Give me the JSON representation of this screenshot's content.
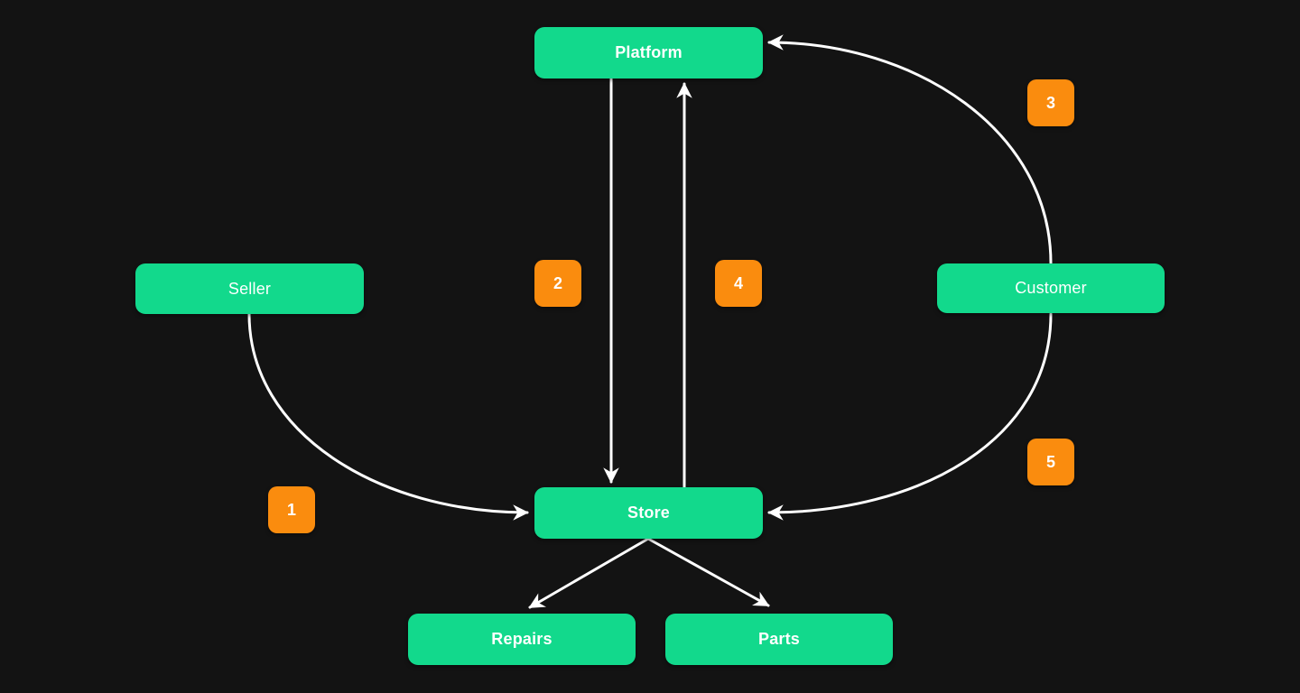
{
  "diagram": {
    "background_color": "#131313",
    "node_fill_color": "#12d98c",
    "badge_fill_color": "#fa8c0e",
    "edge_color": "#ffffff",
    "text_color": "#ffffff",
    "nodes": [
      {
        "id": "platform",
        "label": "Platform"
      },
      {
        "id": "seller",
        "label": "Seller"
      },
      {
        "id": "customer",
        "label": "Customer"
      },
      {
        "id": "store",
        "label": "Store"
      },
      {
        "id": "repairs",
        "label": "Repairs"
      },
      {
        "id": "parts",
        "label": "Parts"
      }
    ],
    "edges": [
      {
        "from": "Seller",
        "to": "Store",
        "label": "1"
      },
      {
        "from": "Platform",
        "to": "Store",
        "label": "2"
      },
      {
        "from": "Customer",
        "to": "Platform",
        "label": "3"
      },
      {
        "from": "Store",
        "to": "Platform",
        "label": "4"
      },
      {
        "from": "Customer",
        "to": "Store",
        "label": "5"
      },
      {
        "from": "Store",
        "to": "Repairs",
        "label": ""
      },
      {
        "from": "Store",
        "to": "Parts",
        "label": ""
      }
    ]
  }
}
